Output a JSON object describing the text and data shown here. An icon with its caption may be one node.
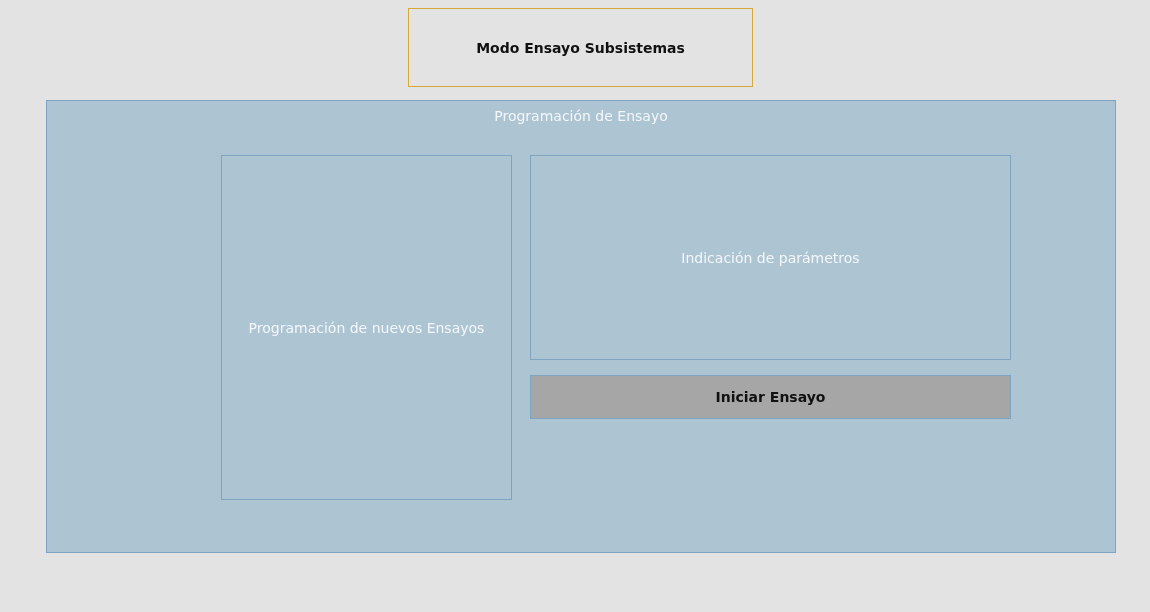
{
  "diagram": {
    "nodes": [
      {
        "text": [
          "Modo Ensayo Subsistemas"
        ]
      },
      {
        "text": [
          "Programación de Ensayo"
        ]
      },
      {
        "text": [
          "Programación de nuevos Ensayos"
        ],
        "in": 1
      },
      {
        "text": [
          "Indicación de parámetros"
        ],
        "in": 1
      },
      {
        "text": [
          "Iniciar Ensayo"
        ],
        "in": 1
      }
    ]
  }
}
